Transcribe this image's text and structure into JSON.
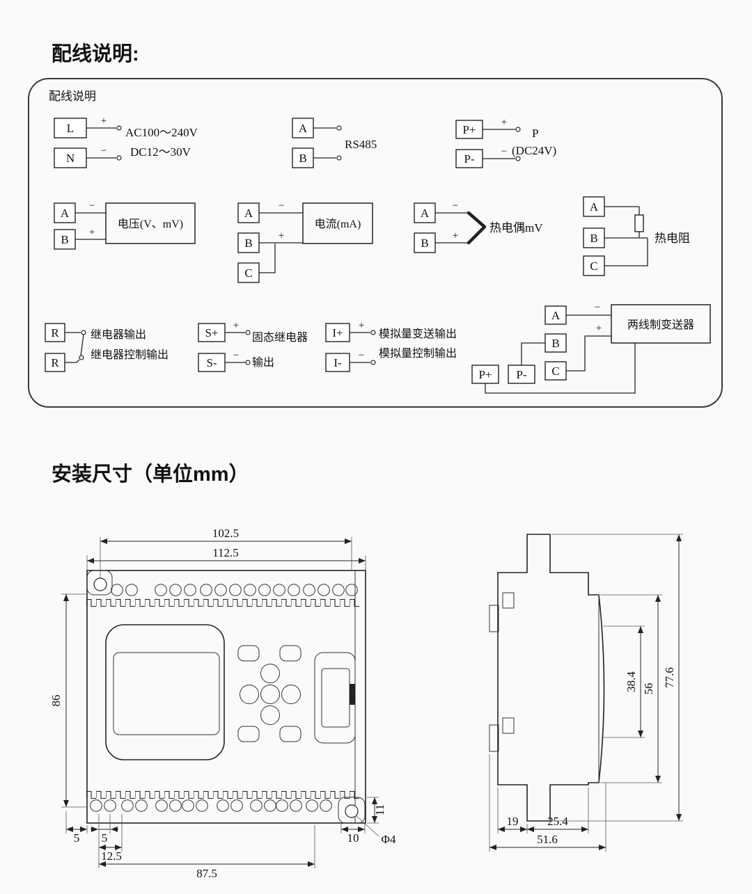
{
  "page": {
    "title": "配线说明:",
    "install_title": "安装尺寸（单位mm）"
  },
  "colors": {
    "ink": "#1a1a1a",
    "background": "#fafafa"
  },
  "wiring": {
    "box_title": "配线说明",
    "power": {
      "l": "L",
      "n": "N",
      "plus": "+",
      "minus": "−",
      "line1": "AC100～240V",
      "line2": "DC12～30V"
    },
    "rs485": {
      "a": "A",
      "b": "B",
      "label": "RS485"
    },
    "p24": {
      "pp": "P+",
      "pm": "P-",
      "plus": "+",
      "minus": "−",
      "p": "P",
      "dc": "(DC24V)"
    },
    "volt": {
      "a": "A",
      "b": "B",
      "plus": "+",
      "minus": "−",
      "label": "电压(V、mV)"
    },
    "curr": {
      "a": "A",
      "b": "B",
      "c": "C",
      "plus": "+",
      "minus": "−",
      "label": "电流(mA)"
    },
    "tc": {
      "a": "A",
      "b": "B",
      "plus": "+",
      "minus": "−",
      "label": "热电偶mV"
    },
    "rtd": {
      "a": "A",
      "b": "B",
      "c": "C",
      "label": "热电阻"
    },
    "relay": {
      "r1": "R",
      "r2": "R",
      "label1": "继电器输出",
      "label2": "继电器控制输出"
    },
    "ssr": {
      "sp": "S+",
      "sm": "S-",
      "plus": "+",
      "minus": "−",
      "label1": "固态继电器",
      "label2": "输出"
    },
    "analog": {
      "ip": "I+",
      "im": "I-",
      "plus": "+",
      "minus": "−",
      "label1": "模拟量变送输出",
      "label2": "模拟量控制输出"
    },
    "tx": {
      "a": "A",
      "b": "B",
      "c": "C",
      "pp": "P+",
      "pm": "P-",
      "plus": "+",
      "minus": "−",
      "label": "两线制变送器"
    }
  },
  "dims": {
    "front": {
      "w_holes": "102.5",
      "w_total": "112.5",
      "h": "86",
      "d5a": "5",
      "d5b": "5",
      "d12_5": "12.5",
      "d87_5": "87.5",
      "d10": "10",
      "d11": "11",
      "hole": "Φ4"
    },
    "side": {
      "d38_4": "38.4",
      "d56": "56",
      "d77_6": "77.6",
      "d19": "19",
      "d25_4": "25.4",
      "d51_6": "51.6"
    }
  }
}
